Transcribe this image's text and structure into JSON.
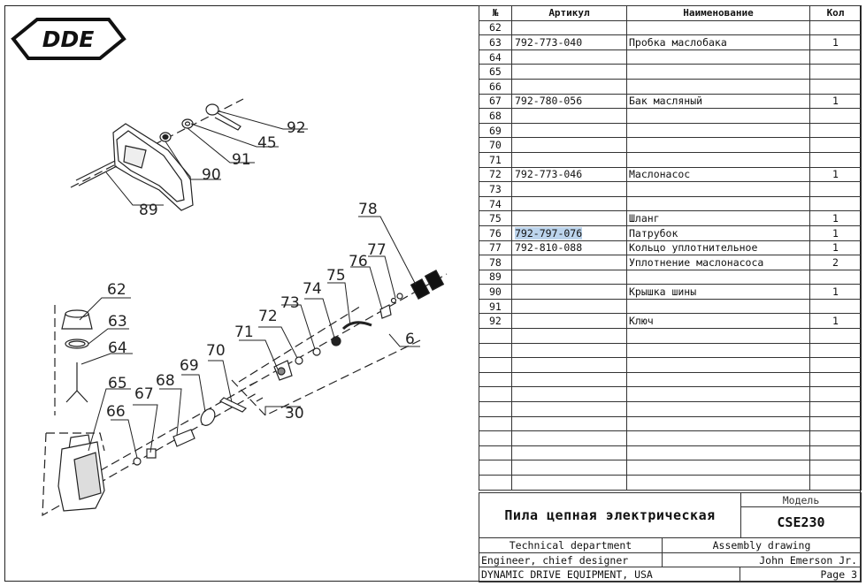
{
  "brand": {
    "logo_text": "DDE"
  },
  "callouts": [
    "92",
    "45",
    "91",
    "90",
    "89",
    "78",
    "77",
    "76",
    "75",
    "74",
    "73",
    "72",
    "71",
    "6",
    "30",
    "70",
    "69",
    "68",
    "67",
    "66",
    "65",
    "64",
    "63",
    "62"
  ],
  "table": {
    "headers": {
      "pos": "№",
      "article": "Артикул",
      "name": "Наименование",
      "qty": "Кол"
    },
    "rows": [
      {
        "pos": "62",
        "article": "",
        "name": "",
        "qty": ""
      },
      {
        "pos": "63",
        "article": "792-773-040",
        "name": "Пробка маслобака",
        "qty": "1"
      },
      {
        "pos": "64",
        "article": "",
        "name": "",
        "qty": ""
      },
      {
        "pos": "65",
        "article": "",
        "name": "",
        "qty": ""
      },
      {
        "pos": "66",
        "article": "",
        "name": "",
        "qty": ""
      },
      {
        "pos": "67",
        "article": "792-780-056",
        "name": "Бак масляный",
        "qty": "1"
      },
      {
        "pos": "68",
        "article": "",
        "name": "",
        "qty": ""
      },
      {
        "pos": "69",
        "article": "",
        "name": "",
        "qty": ""
      },
      {
        "pos": "70",
        "article": "",
        "name": "",
        "qty": ""
      },
      {
        "pos": "71",
        "article": "",
        "name": "",
        "qty": ""
      },
      {
        "pos": "72",
        "article": "792-773-046",
        "name": "Маслонасос",
        "qty": "1"
      },
      {
        "pos": "73",
        "article": "",
        "name": "",
        "qty": ""
      },
      {
        "pos": "74",
        "article": "",
        "name": "",
        "qty": ""
      },
      {
        "pos": "75",
        "article": "",
        "name": "Шланг",
        "qty": "1"
      },
      {
        "pos": "76",
        "article": "792-797-076",
        "name": "Патрубок",
        "qty": "1"
      },
      {
        "pos": "77",
        "article": "792-810-088",
        "name": "Кольцо уплотнительное",
        "qty": "1"
      },
      {
        "pos": "78",
        "article": "",
        "name": "Уплотнение маслонасоса",
        "qty": "2"
      },
      {
        "pos": "89",
        "article": "",
        "name": "",
        "qty": ""
      },
      {
        "pos": "90",
        "article": "",
        "name": "Крышка шины",
        "qty": "1"
      },
      {
        "pos": "91",
        "article": "",
        "name": "",
        "qty": ""
      },
      {
        "pos": "92",
        "article": "",
        "name": "Ключ",
        "qty": "1"
      }
    ]
  },
  "titleblock": {
    "product": "Пила цепная электрическая",
    "model_label": "Модель",
    "model": "CSE230",
    "department": "Technical department",
    "doc_type": "Assembly drawing",
    "role": "Engineer, chief designer",
    "person": "John Emerson Jr.",
    "company": "DYNAMIC DRIVE EQUIPMENT, USA",
    "page": "Page 3"
  },
  "colors": {
    "selection": "#bcd4ec",
    "ink": "#222222"
  }
}
